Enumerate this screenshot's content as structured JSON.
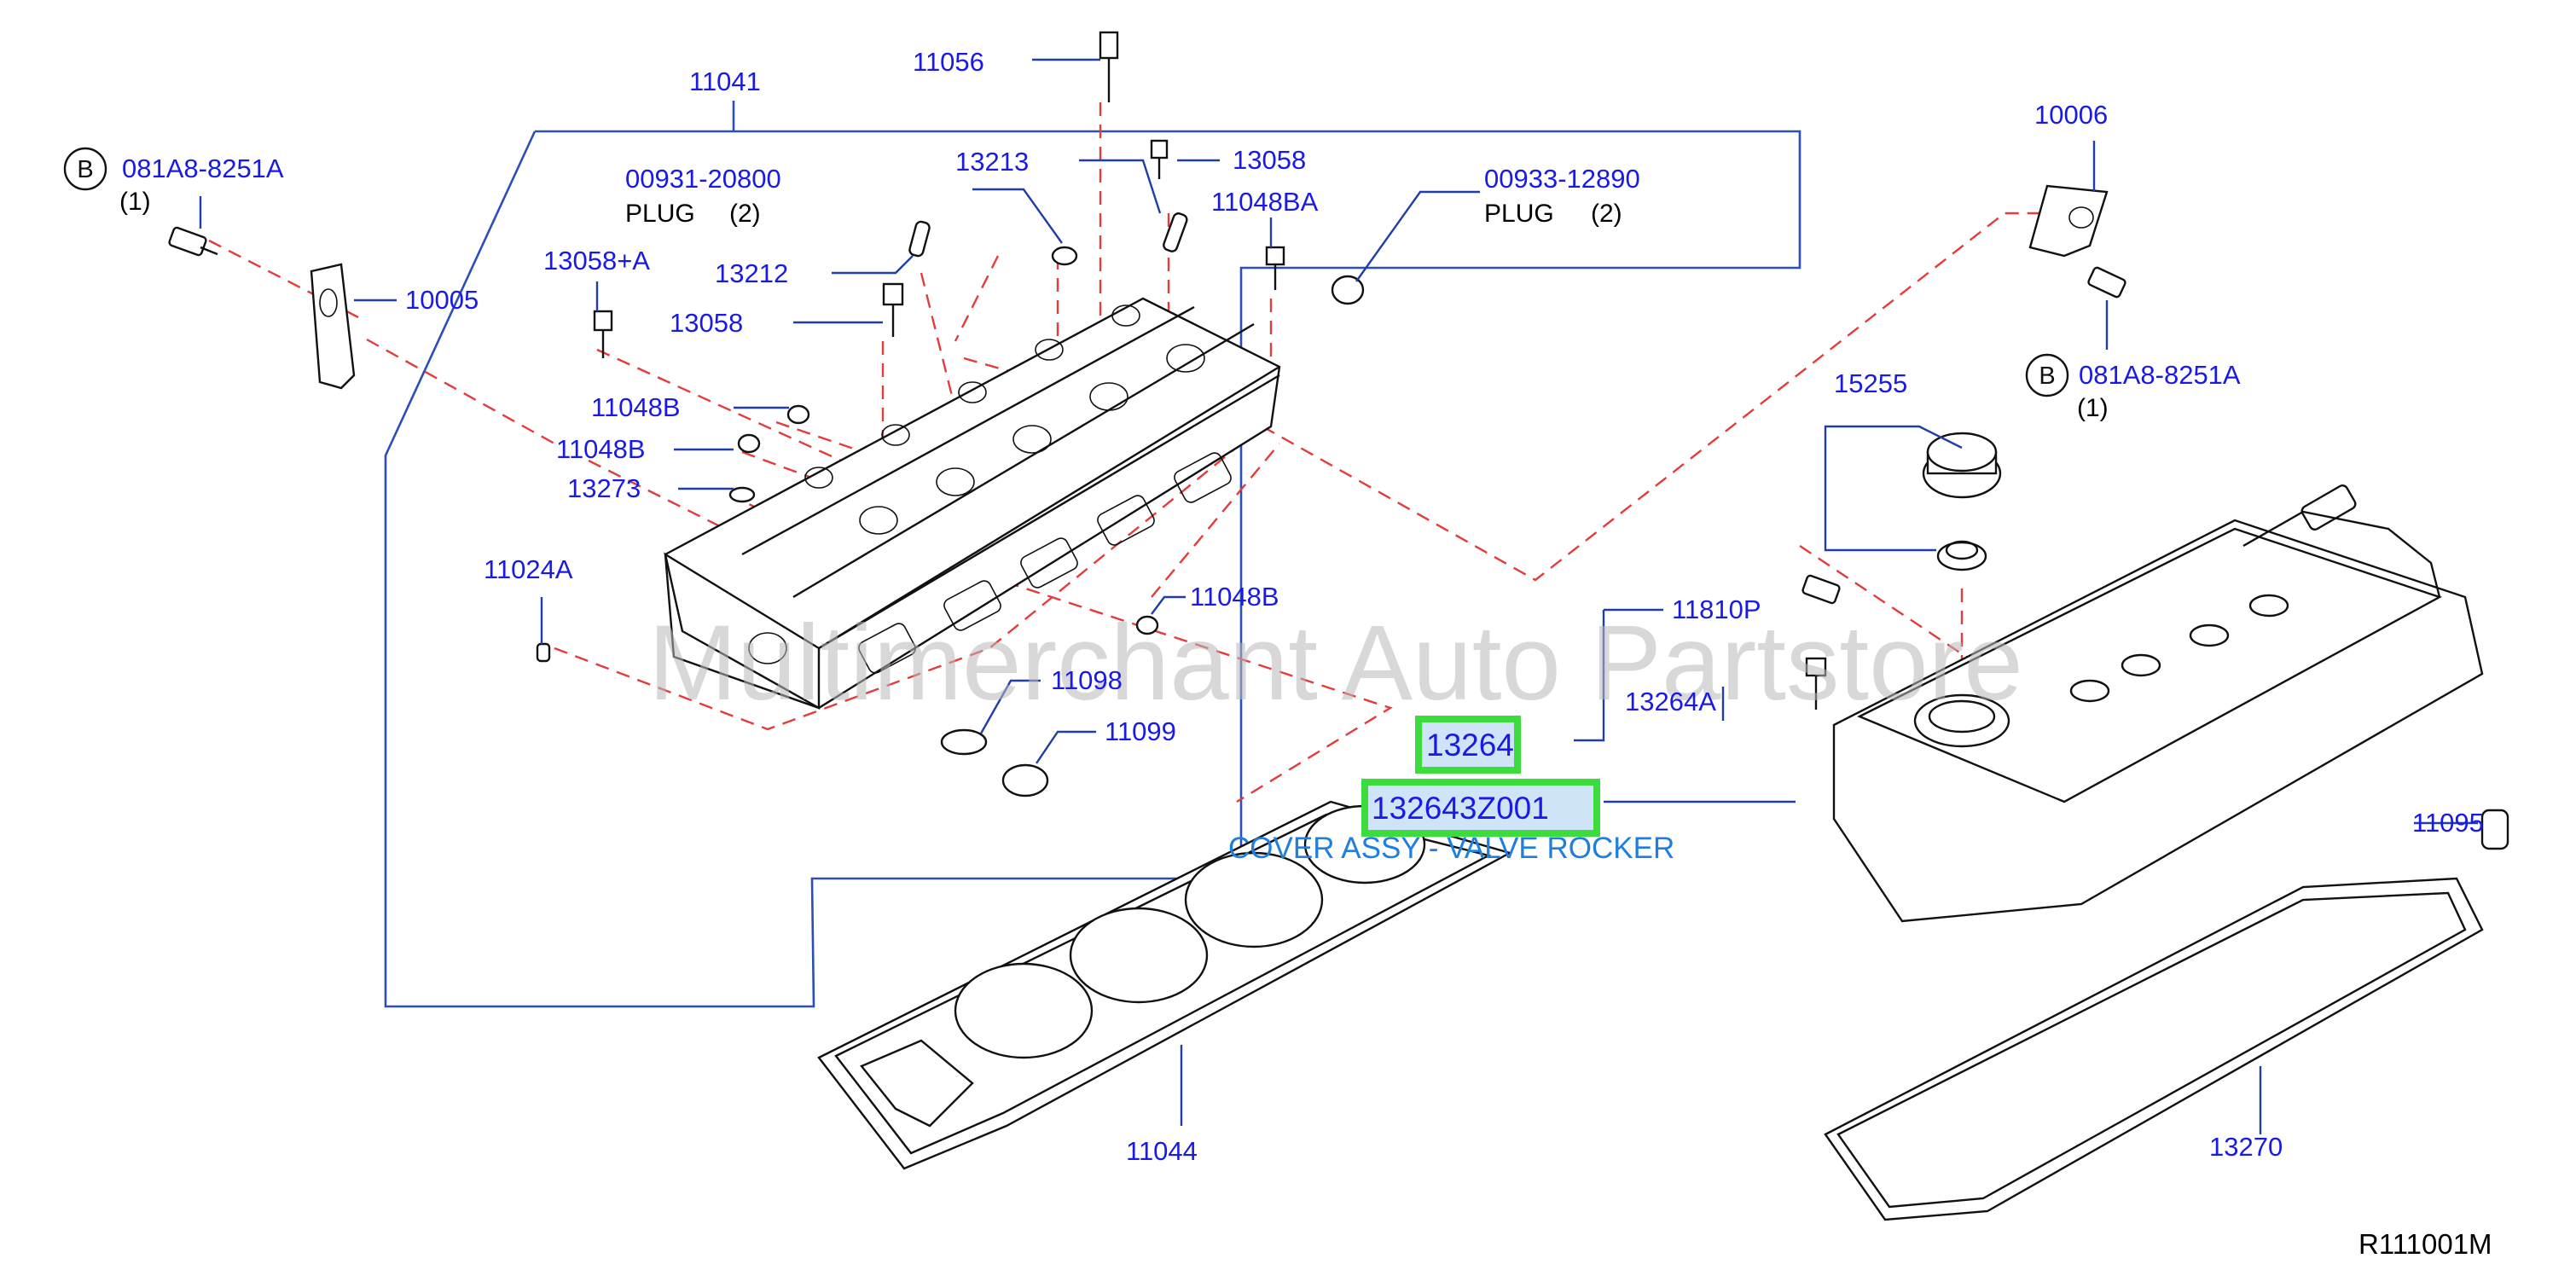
{
  "diagram": {
    "part_numbers": {
      "p11041": "11041",
      "p11056": "11056",
      "p081A8_left": "081A8-8251A",
      "qty_left": "(1)",
      "b_left": "B",
      "p13213": "13213",
      "p13058_top": "13058",
      "p00931": "00931-20800",
      "plug_left": "PLUG",
      "plug_left_qty": "(2)",
      "p00933": "00933-12890",
      "plug_right": "PLUG",
      "plug_right_qty": "(2)",
      "p11048BA": "11048BA",
      "p13058A": "13058+A",
      "p13212": "13212",
      "p10005": "10005",
      "p13058_mid": "13058",
      "p11048B_1": "11048B",
      "p11048B_2": "11048B",
      "p13273": "13273",
      "p11024A": "11024A",
      "p11048B_3": "11048B",
      "p11098": "11098",
      "p11099": "11099",
      "p11044": "11044",
      "p10006": "10006",
      "p081A8_right": "081A8-8251A",
      "qty_right": "(1)",
      "b_right": "B",
      "p15255": "15255",
      "p11810P": "11810P",
      "p13264A": "13264A",
      "p11095": "11095",
      "p13270": "13270"
    },
    "highlighted": {
      "p13264": "13264",
      "p132643Z001": "132643Z001",
      "description": "COVER ASSY - VALVE ROCKER"
    },
    "reference_code": "R111001M",
    "watermark": "Multimerchant Auto Partstore",
    "colors": {
      "label_blue": "#1a1ae6",
      "leader_line": "#1f3fa8",
      "dash_red": "#e43b3b",
      "highlight_green": "#3ddc3d",
      "description_blue": "#1f7fe0"
    }
  }
}
